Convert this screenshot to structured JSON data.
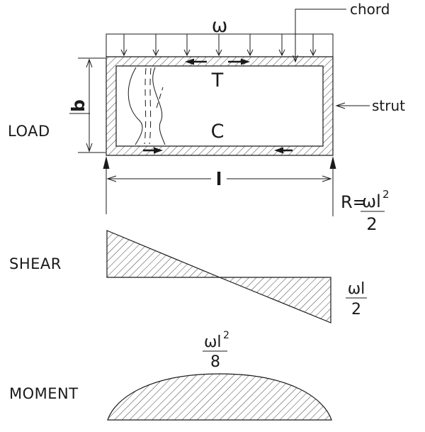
{
  "colors": {
    "ink": "#1a1a1a",
    "background": "#ffffff"
  },
  "sections": {
    "load": {
      "label": "LOAD",
      "distributed_load_symbol": "ω",
      "chord_label": "chord",
      "strut_label": "strut",
      "tension_symbol": "T",
      "compression_symbol": "C",
      "depth_symbol": "b",
      "span_symbol": "l",
      "reaction_formula": {
        "lhs": "R=",
        "numerator": "ωl",
        "exponent": "2",
        "denominator": "2"
      }
    },
    "shear": {
      "label": "SHEAR",
      "peak_formula": {
        "numerator": "ωl",
        "denominator": "2"
      }
    },
    "moment": {
      "label": "MOMENT",
      "peak_formula": {
        "numerator": "ωl",
        "exponent": "2",
        "denominator": "8"
      }
    }
  }
}
